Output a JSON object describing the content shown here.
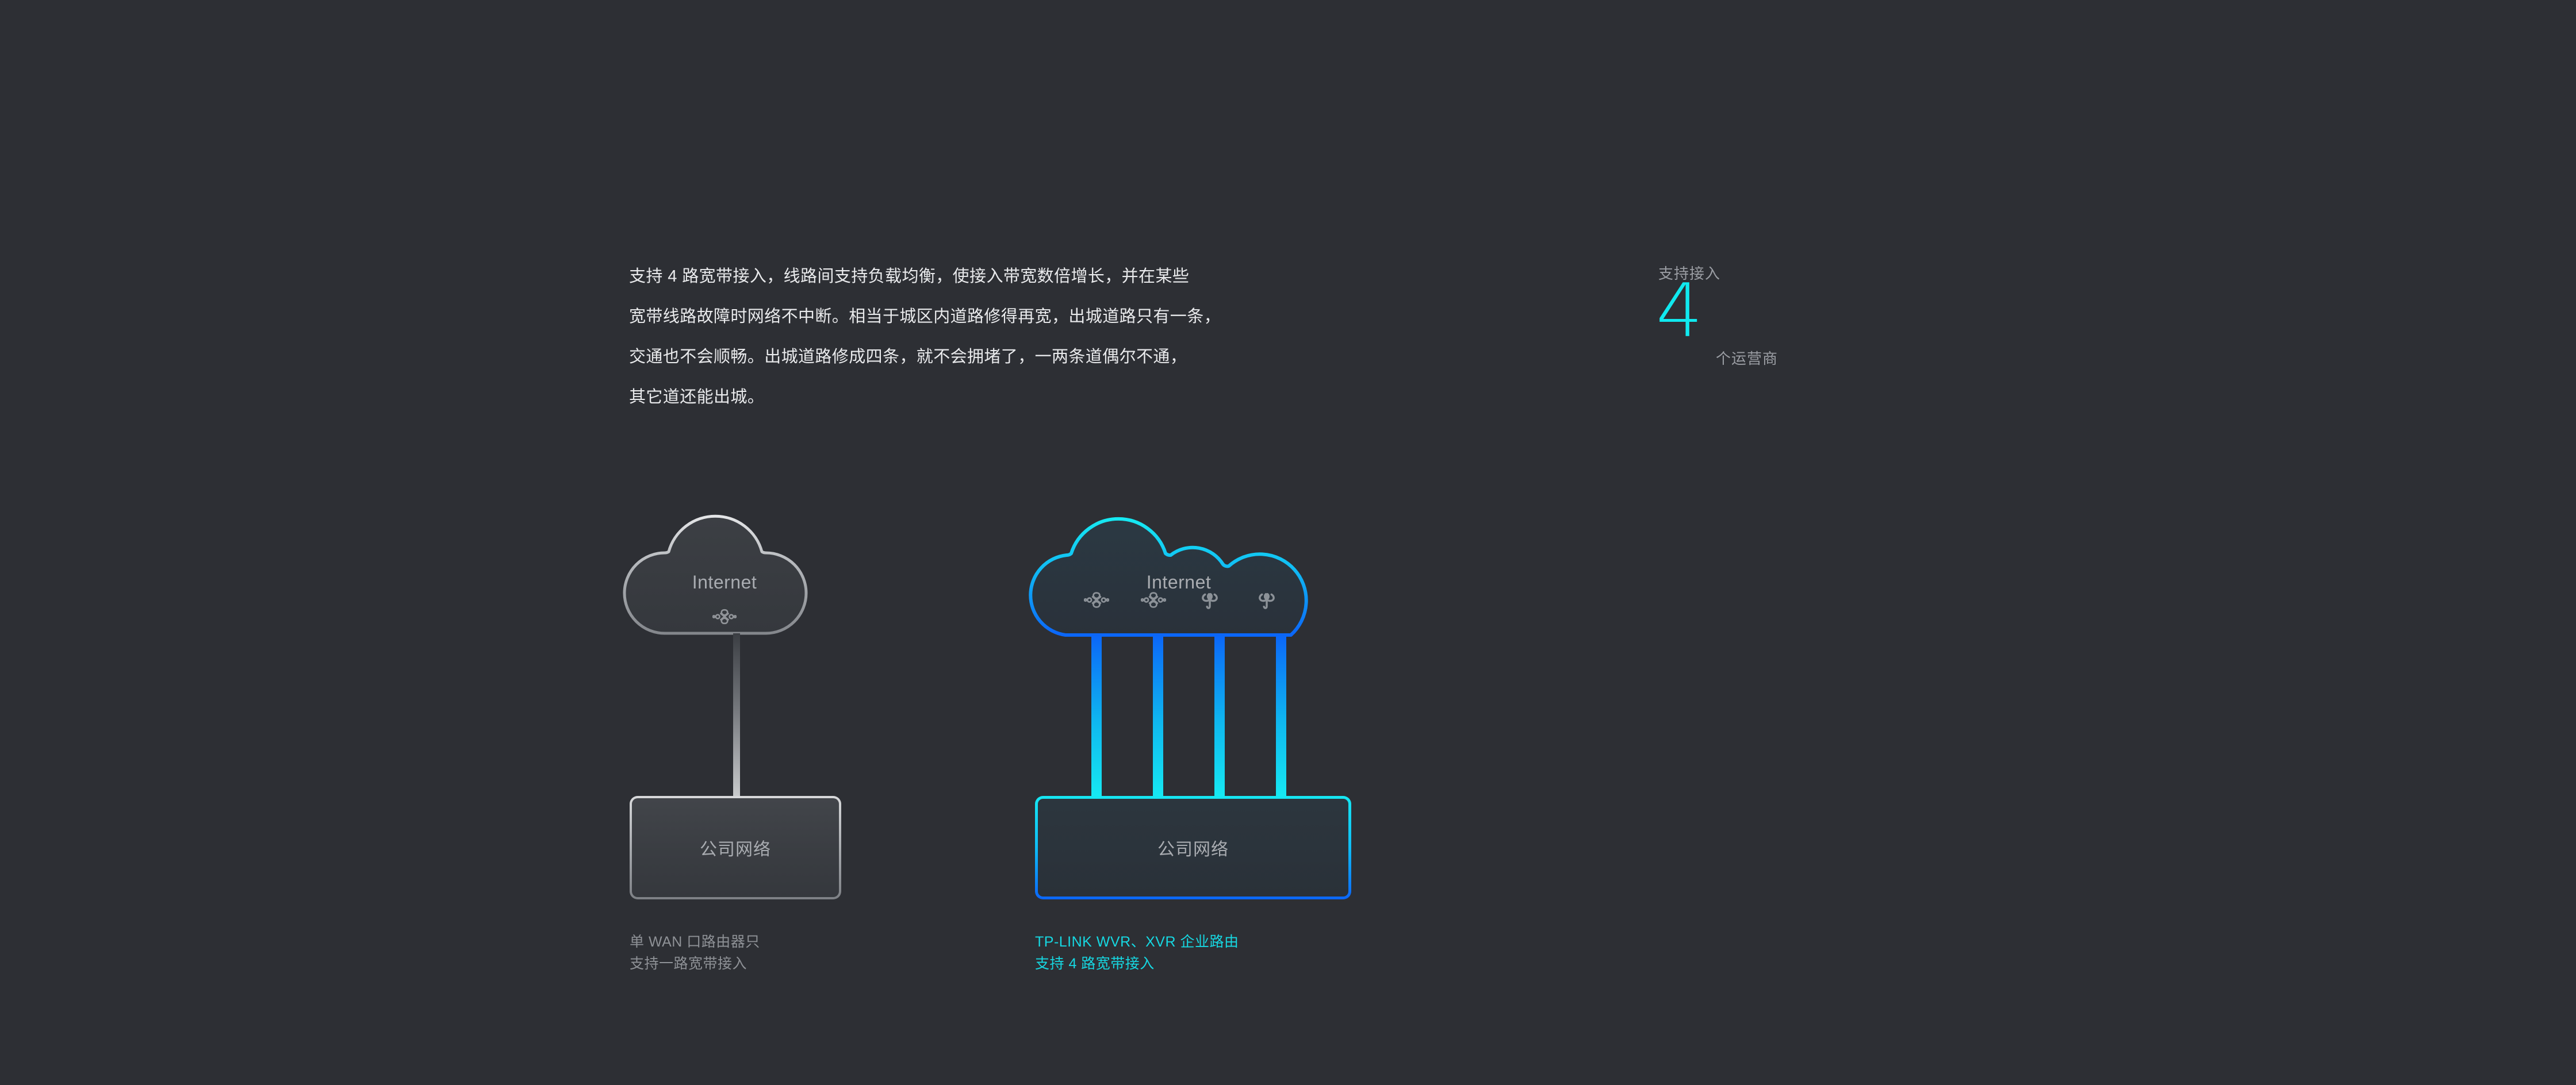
{
  "background_color": "#2d2f34",
  "accent_cyan": "#10e9ef",
  "accent_blue": "#0b66f8",
  "description": {
    "paragraph": "支持 4 路宽带接入，线路间支持负载均衡，使接入带宽数倍增长，并在某些\n宽带线路故障时网络不中断。相当于城区内道路修得再宽，出城道路只有一条，\n交通也不会顺畅。出城道路修成四条，就不会拥堵了，一两条道偶尔不通，\n其它道还能出城。"
  },
  "stat": {
    "caption_top": "支持接入",
    "number": "4",
    "caption_bottom": "个运营商"
  },
  "diagrams": {
    "single_wan": {
      "cloud_label": "Internet",
      "box_label": "公司网络",
      "carrier_icons": [
        "china-unicom-logo"
      ],
      "link_count": 1,
      "caption": "单 WAN 口路由器只\n支持一路宽带接入"
    },
    "multi_wan": {
      "cloud_label": "Internet",
      "box_label": "公司网络",
      "carrier_icons": [
        "china-unicom-logo",
        "china-unicom-logo",
        "china-telecom-logo",
        "china-telecom-logo"
      ],
      "link_count": 4,
      "caption": "TP-LINK WVR、XVR 企业路由\n支持 4 路宽带接入"
    }
  }
}
